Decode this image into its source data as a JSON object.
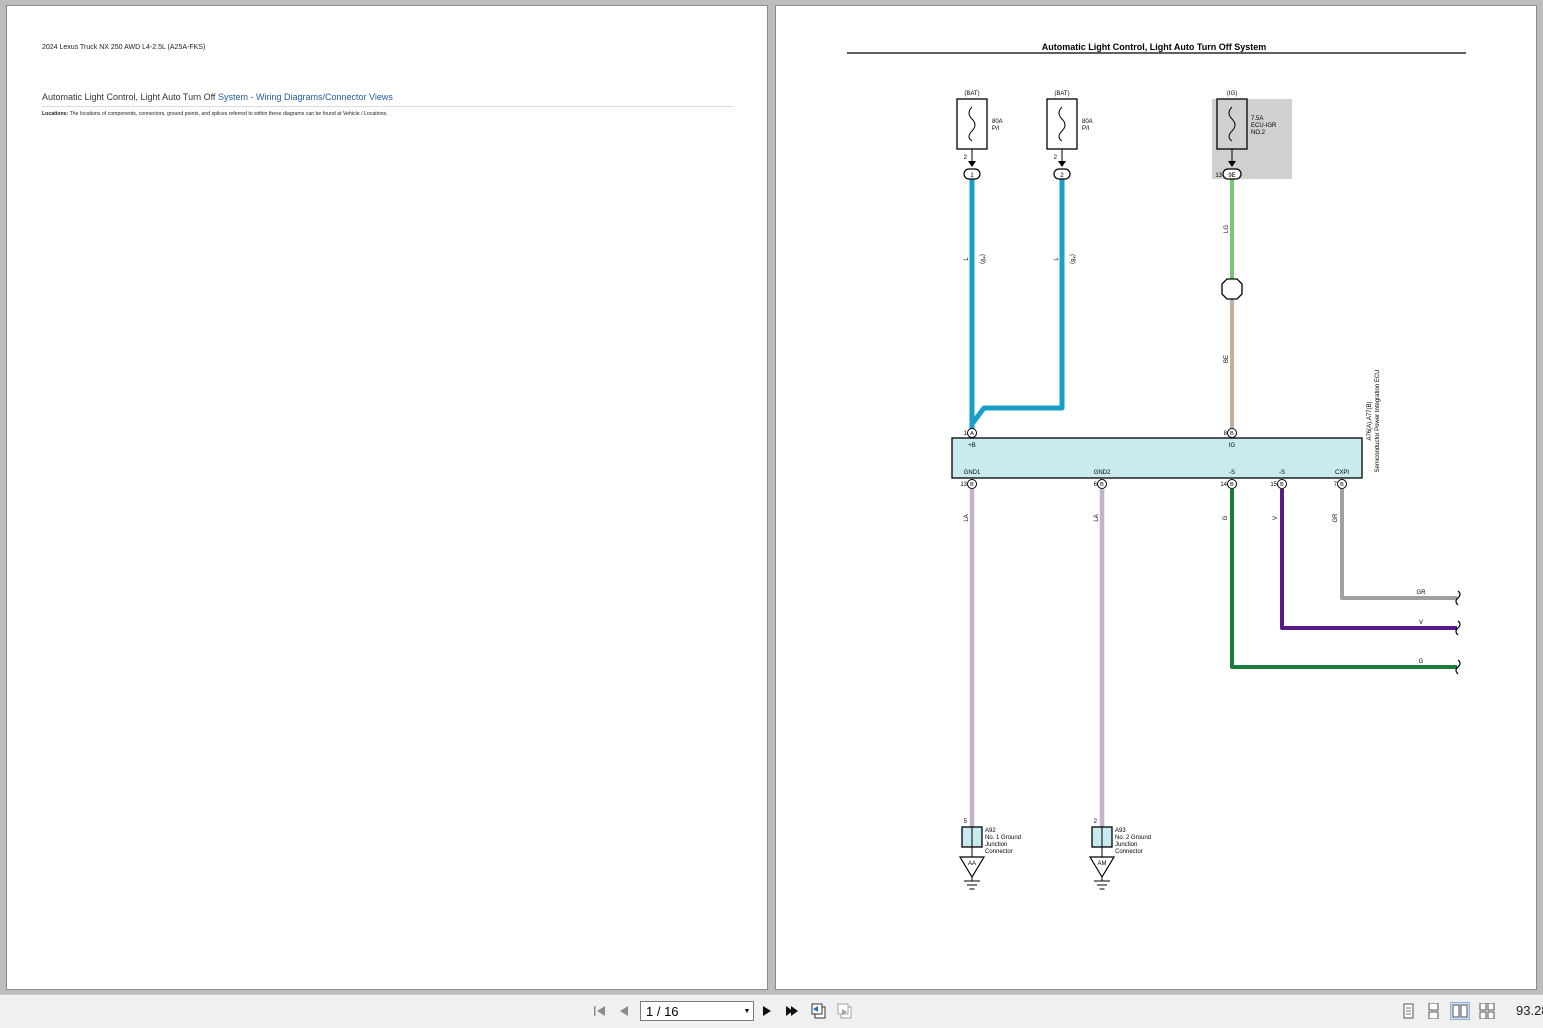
{
  "left_page": {
    "header": "2024 Lexus Truck NX 250 AWD L4-2.5L (A25A-FKS)",
    "title_plain": "Automatic Light Control, Light Auto Turn Off ",
    "title_link": "System - Wiring Diagrams/Connector Views",
    "note_label": "Locations:",
    "note_text": " The locations of components, connectors, ground points, and splices referred to within these diagrams can be found at Vehicle / Locations."
  },
  "diagram": {
    "title": "Automatic Light Control, Light Auto Turn Off System",
    "fuses": [
      {
        "source": "(BAT)",
        "rating": "80A",
        "name": "P/I",
        "pin": "2",
        "junction": "1",
        "wire": "L",
        "note": "(*9)"
      },
      {
        "source": "(BAT)",
        "rating": "80A",
        "name": "P/I",
        "pin": "2",
        "junction": "2",
        "wire": "L",
        "note": "(*8)"
      },
      {
        "source": "(IG)",
        "rating": "7.5A",
        "name": "ECU-IGR",
        "name2": "NO.2",
        "pin": "13",
        "junction": "9E",
        "wire_top": "LG",
        "wire_bottom": "BE"
      }
    ],
    "ecu": {
      "label": "A76(A),A77(B)",
      "name": "Semiconductor Power Integration ECU",
      "top_pins": [
        {
          "num": "1",
          "conn": "A",
          "name": "+B"
        },
        {
          "num": "8",
          "conn": "B",
          "name": "IG"
        }
      ],
      "bottom_pins": [
        {
          "num": "13",
          "conn": "B",
          "name": "GND1",
          "wire": "LA"
        },
        {
          "num": "6",
          "conn": "B",
          "name": "GND2",
          "wire": "LA"
        },
        {
          "num": "14",
          "conn": "B",
          "name": "-S",
          "wire": "G"
        },
        {
          "num": "15",
          "conn": "B",
          "name": "-S",
          "wire": "V"
        },
        {
          "num": "7",
          "conn": "B",
          "name": "CXPI",
          "wire": "GR"
        }
      ]
    },
    "outputs": [
      "GR",
      "V",
      "G"
    ],
    "grounds": [
      {
        "pin": "5",
        "id": "A92",
        "l1": "No. 1 Ground",
        "l2": "Junction",
        "l3": "Connector",
        "point": "AA"
      },
      {
        "pin": "2",
        "id": "A93",
        "l1": "No. 2 Ground",
        "l2": "Junction",
        "l3": "Connector",
        "point": "AM"
      }
    ],
    "colors": {
      "L": "#1a9fc9",
      "LG": "#7cc576",
      "BE": "#c4b09a",
      "LA": "#c2b4c8",
      "G": "#1a7d3c",
      "V": "#5a1a87",
      "GR": "#a0a0a0",
      "ecu_fill": "#c9ebf0",
      "fuse_bg": "#d0d0d0"
    }
  },
  "toolbar": {
    "page_field": "1 / 16",
    "zoom": "93.28",
    "icons": [
      "first-page-icon",
      "prev-page-icon",
      "next-page-icon",
      "last-page-icon",
      "previous-view-icon",
      "next-view-icon",
      "single-page-icon",
      "continuous-icon",
      "two-page-icon",
      "continuous-facing-icon"
    ]
  }
}
